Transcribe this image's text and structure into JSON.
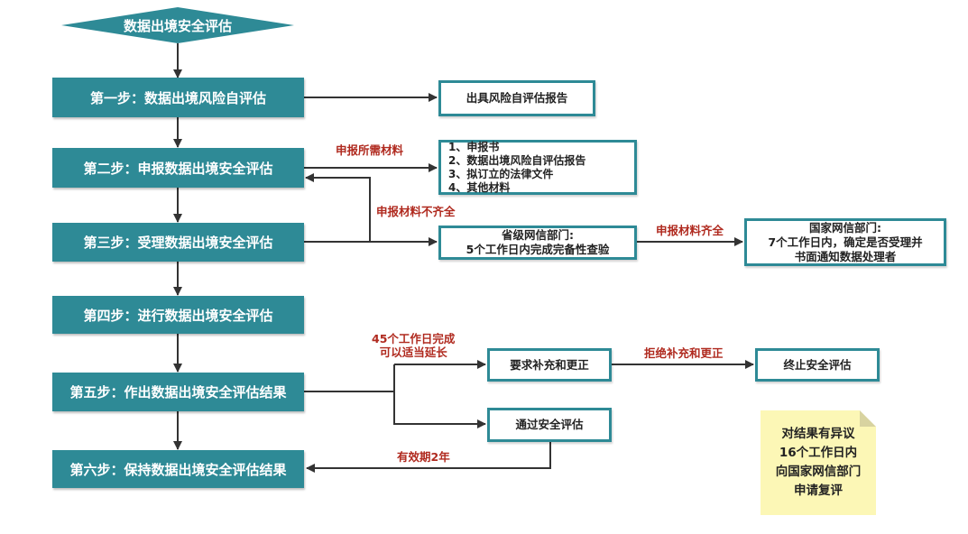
{
  "start": "数据出境安全评估",
  "steps": [
    "第一步：数据出境风险自评估",
    "第二步：申报数据出境安全评估",
    "第三步：受理数据出境安全评估",
    "第四步：进行数据出境安全评估",
    "第五步：作出数据出境安全评估结果",
    "第六步：保持数据出境安全评估结果"
  ],
  "boxes": {
    "self_report": "出具风险自评估报告",
    "materials": [
      "1、申报书",
      "2、数据出境风险自评估报告",
      "3、拟订立的法律文件",
      "4、其他材料"
    ],
    "provincial": [
      "省级网信部门:",
      "5个工作日内完成完备性查验"
    ],
    "national": [
      "国家网信部门:",
      "7个工作日内，确定是否受理并",
      "书面通知数据处理者"
    ],
    "supplement": "要求补充和更正",
    "terminate": "终止安全评估",
    "pass": "通过安全评估"
  },
  "labels": {
    "required_materials": "申报所需材料",
    "incomplete": "申报材料不齐全",
    "complete": "申报材料齐全",
    "days45": [
      "45个工作日完成",
      "可以适当延长"
    ],
    "refuse": "拒绝补充和更正",
    "valid": "有效期2年"
  },
  "note": [
    "对结果有异议",
    "16个工作日内",
    "向国家网信部门",
    "申请复评"
  ],
  "colors": {
    "teal": "#2e8a96",
    "arrow": "#333333",
    "label_red": "#b02a1f",
    "note_bg": "#fcf7b6"
  }
}
